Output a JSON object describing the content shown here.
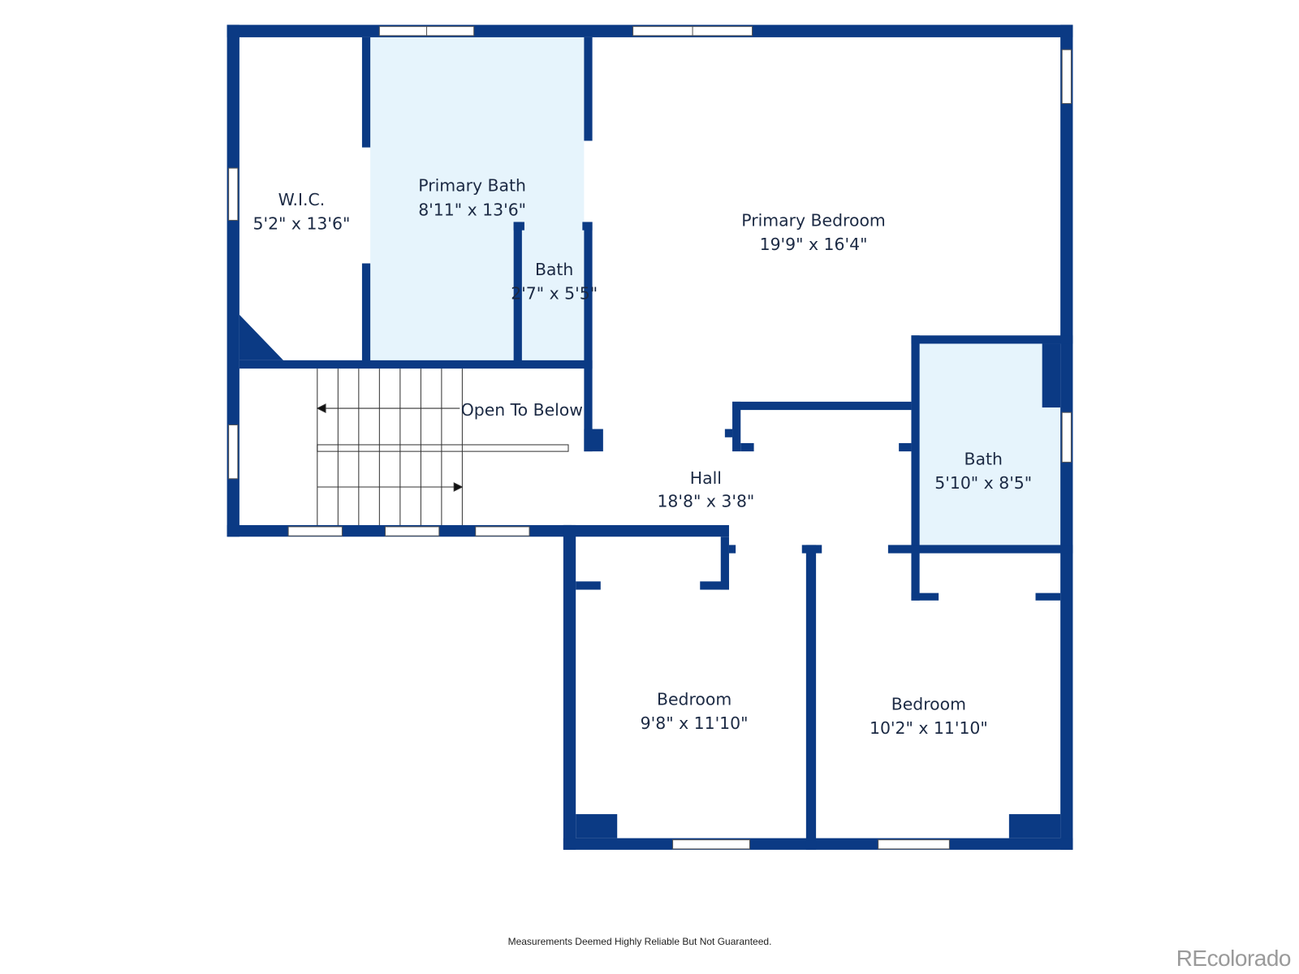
{
  "colors": {
    "wall": "#0b3a84",
    "wet_room_fill": "#e6f4fc",
    "background": "#ffffff"
  },
  "rooms": [
    {
      "name": "W.I.C.",
      "size": "5'2\" x 13'6\""
    },
    {
      "name": "Primary Bath",
      "size": "8'11\" x 13'6\""
    },
    {
      "name": "Bath",
      "size": "2'7\" x 5'5\""
    },
    {
      "name": "Primary Bedroom",
      "size": "19'9\" x 16'4\""
    },
    {
      "name": "Open To Below",
      "size": ""
    },
    {
      "name": "Hall",
      "size": "18'8\" x 3'8\""
    },
    {
      "name": "Bath",
      "size": "5'10\" x 8'5\""
    },
    {
      "name": "Bedroom",
      "size": "9'8\" x 11'10\""
    },
    {
      "name": "Bedroom",
      "size": "10'2\" x 11'10\""
    }
  ],
  "footer": {
    "disclaimer": "Measurements Deemed Highly Reliable But Not Guaranteed.",
    "logo": "REcolorado"
  }
}
